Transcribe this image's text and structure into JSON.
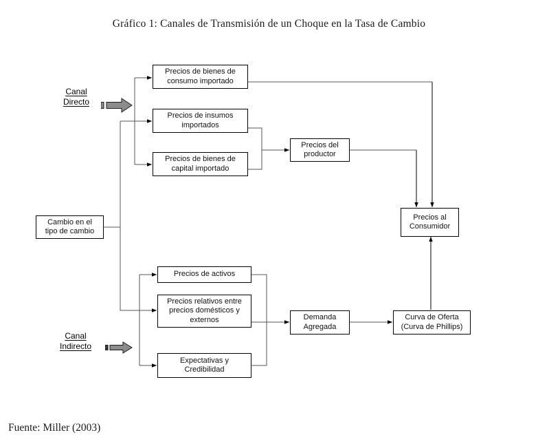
{
  "figure": {
    "title": "Gráfico 1: Canales de Transmisión de un Choque en la Tasa de Cambio",
    "source": "Fuente: Miller (2003)"
  },
  "channels": [
    {
      "id": "canal-directo",
      "line1": "Canal",
      "line2": "Directo"
    },
    {
      "id": "canal-indirecto",
      "line1": "Canal",
      "line2": "Indirecto"
    }
  ],
  "nodes": {
    "origin": {
      "line1": "Cambio en el",
      "line2": "tipo de cambio",
      "line3": ""
    },
    "consumo_importado": {
      "line1": "Precios de bienes de",
      "line2": "consumo importado",
      "line3": ""
    },
    "insumos": {
      "line1": "Precios de insumos",
      "line2": "importados",
      "line3": ""
    },
    "capital": {
      "line1": "Precios de bienes de",
      "line2": "capital importado",
      "line3": ""
    },
    "productor": {
      "line1": "Precios del",
      "line2": "productor",
      "line3": ""
    },
    "consumidor": {
      "line1": "Precios al",
      "line2": "Consumidor",
      "line3": ""
    },
    "activos": {
      "line1": "Precios de activos",
      "line2": "",
      "line3": ""
    },
    "relativos": {
      "line1": "Precios relativos entre",
      "line2": "precios domésticos y",
      "line3": "externos"
    },
    "expectativas": {
      "line1": "Expectativas y",
      "line2": "Credibilidad",
      "line3": ""
    },
    "demanda": {
      "line1": "Demanda",
      "line2": "Agregada",
      "line3": ""
    },
    "oferta": {
      "line1": "Curva de Oferta",
      "line2": "(Curva de Phillips)",
      "line3": ""
    }
  },
  "icons": {
    "big_arrow": "block-arrow-right-icon",
    "small_arrow": "block-arrow-right-icon"
  },
  "colors": {
    "connector": "#555555",
    "connector_dark": "#000000",
    "box_border": "#000000",
    "arrow_fill": "#8c8c8c",
    "background": "#ffffff",
    "text": "#101010"
  }
}
